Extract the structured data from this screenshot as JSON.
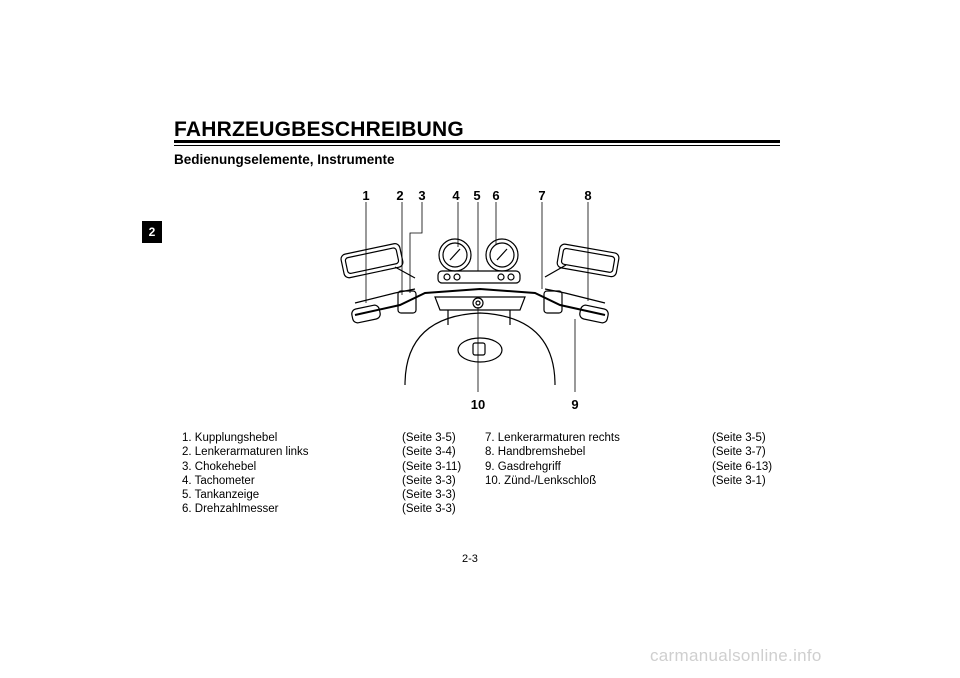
{
  "header": {
    "title": "FAHRZEUGBESCHREIBUNG",
    "subtitle": "Bedienungselemente, Instrumente",
    "chapter_tab": "2"
  },
  "figure": {
    "callouts": [
      "1",
      "2",
      "3",
      "4",
      "5",
      "6",
      "7",
      "8",
      "9",
      "10"
    ]
  },
  "legend_left": [
    {
      "label": "1. Kupplungshebel",
      "ref": "(Seite 3-5)"
    },
    {
      "label": "2. Lenkerarmaturen links",
      "ref": "(Seite 3-4)"
    },
    {
      "label": "3. Chokehebel",
      "ref": "(Seite 3-11)"
    },
    {
      "label": "4. Tachometer",
      "ref": "(Seite 3-3)"
    },
    {
      "label": "5. Tankanzeige",
      "ref": "(Seite 3-3)"
    },
    {
      "label": "6. Drehzahlmesser",
      "ref": "(Seite 3-3)"
    }
  ],
  "legend_right": [
    {
      "label": "7. Lenkerarmaturen rechts",
      "ref": "(Seite 3-5)"
    },
    {
      "label": "8. Handbremshebel",
      "ref": "(Seite 3-7)"
    },
    {
      "label": "9. Gasdrehgriff",
      "ref": "(Seite 6-13)"
    },
    {
      "label": "10. Zünd-/Lenkschloß",
      "ref": "(Seite 3-1)"
    }
  ],
  "footer": {
    "page_number": "2-3",
    "watermark": "carmanualsonline.info"
  }
}
